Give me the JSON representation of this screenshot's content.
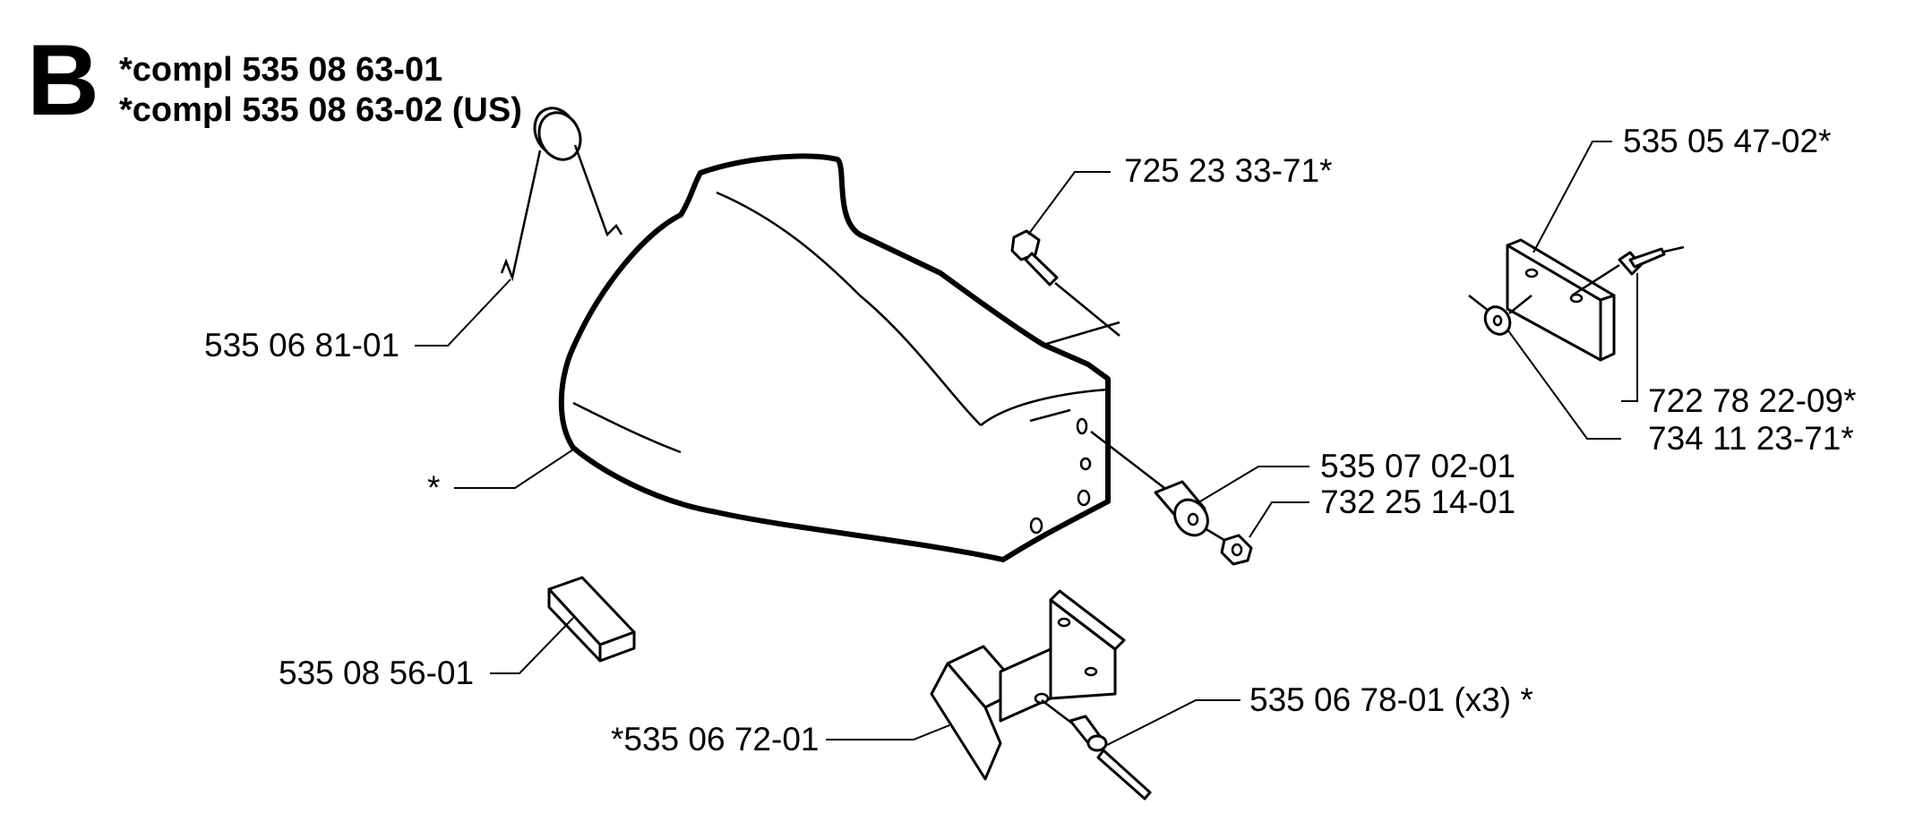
{
  "header": {
    "section_letter": "B",
    "line1": "*compl 535 08 63-01",
    "line2": "*compl 535 08 63-02 (US)"
  },
  "callouts": {
    "spring": "535 06 81-01",
    "cover": "*",
    "screw_top": "725 23 33-71*",
    "bracket_right": "535 05 47-02*",
    "bolt_right": "722 78 22-09*",
    "washer_right": "734 11 23-71*",
    "bushing": "535 07 02-01",
    "nut": "732 25 14-01",
    "pad": "535 08 56-01",
    "lower_bracket": "*535 06 72-01",
    "lower_screws": "535 06 78-01 (x3) *"
  }
}
